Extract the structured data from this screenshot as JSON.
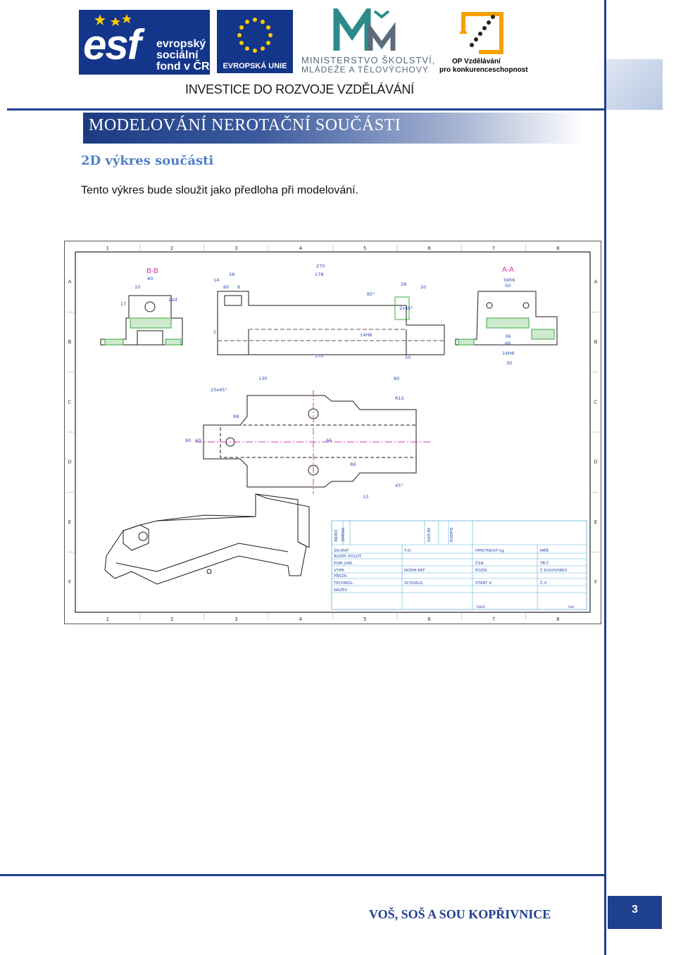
{
  "header": {
    "esf_logo": {
      "mark": "esf",
      "line1": "evropský",
      "line2": "sociální",
      "line3": "fond v ČR"
    },
    "eu_logo": {
      "label": "EVROPSKÁ UNIE"
    },
    "msmt_logo": {
      "mark": "MŠMT",
      "line1": "MINISTERSTVO ŠKOLSTVÍ,",
      "line2": "MLÁDEŽE A TĚLOVÝCHOVY"
    },
    "op_logo": {
      "line1": "OP Vzdělávání",
      "line2": "pro konkurenceschopnost"
    },
    "tagline": "INVESTICE DO ROZVOJE VZDĚLÁVÁNÍ"
  },
  "section_title": "MODELOVÁNÍ NEROTAČNÍ SOUČÁSTI",
  "subheading": "2D výkres součásti",
  "intro_text": "Tento výkres bude sloužit jako předloha při modelování.",
  "drawing": {
    "grid_cols": [
      "1",
      "2",
      "3",
      "4",
      "5",
      "6",
      "7",
      "8"
    ],
    "grid_rows": [
      "A",
      "B",
      "C",
      "D",
      "E",
      "F"
    ],
    "section_labels": [
      "B-B",
      "A-A"
    ],
    "dimensions": [
      "40",
      "10",
      "17",
      "12d",
      "28",
      "14",
      "270",
      "178",
      "90",
      "6",
      "28",
      "20",
      "2x45°",
      "85°",
      "5",
      "170",
      "50",
      "14H8",
      "130",
      "80",
      "25x45°",
      "R8",
      "R15",
      "90",
      "40",
      "66",
      "R6",
      "13",
      "56h6",
      "50",
      "36",
      "66",
      "30",
      "14H8",
      "45°"
    ],
    "title_block": {
      "col_headers": [
        "INDEX",
        "ZMĚNA",
        "DATUM",
        "PODPIS"
      ],
      "rows": [
        [
          "ZN.MAT",
          "T.O.",
          "HMOTNOST kg",
          "MĚŘ"
        ],
        [
          "ROZM.-POLOT",
          "",
          "",
          ""
        ],
        [
          "POM.ZAŘ.",
          "",
          "ČSN",
          "TŘ.Č"
        ],
        [
          "VYPR.",
          "NORM.REF",
          "POZN.",
          "Č.KUSOVNÍKU"
        ],
        [
          "PŘEZK.",
          "",
          "",
          ""
        ],
        [
          "TECHNOL.",
          "SCHVÁLIL",
          "STARÝ V.",
          "Č.V."
        ],
        [
          "NÁZEV",
          "",
          "",
          ""
        ]
      ],
      "sheets_label": "listů",
      "sheet_label": "list"
    }
  },
  "footer": {
    "school": "VOŠ, SOŠ A SOU KOPŘIVNICE",
    "page_number": "3"
  },
  "colors": {
    "brand_blue": "#1f3f8f",
    "accent_blue": "#4f7fc8",
    "esf_blue": "#13358a",
    "eu_yellow": "#ffcc00",
    "msmt_teal": "#2e8a8a",
    "op_orange": "#f5a000",
    "drawing_line": "#1a1a1a",
    "dim_line": "#2a4ab0",
    "center_line": "#d43ab0",
    "hatch": "#3aa83a"
  }
}
